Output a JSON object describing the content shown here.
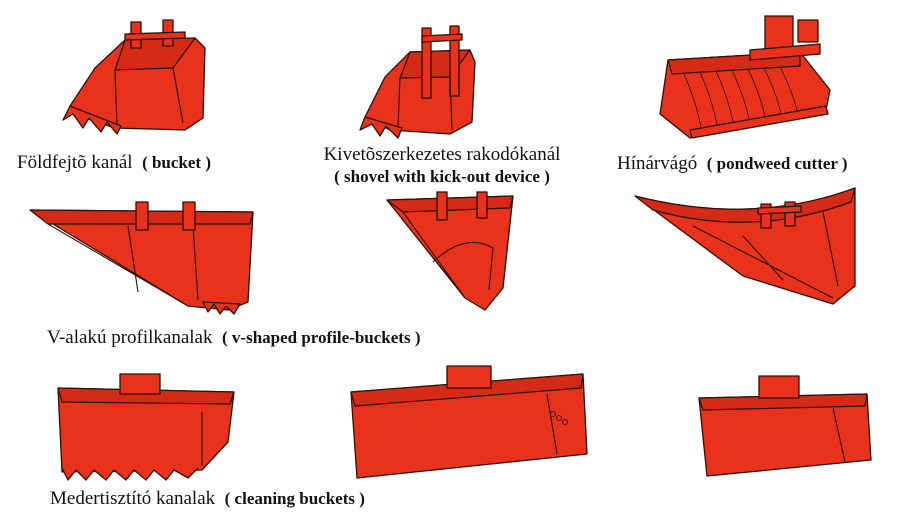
{
  "colors": {
    "bucket_red": "#e8321c",
    "outline": "#2a1208",
    "background": "#ffffff"
  },
  "items": [
    {
      "hu": "Földfejtõ kanál",
      "en": "( bucket )"
    },
    {
      "hu": "Kivetõszerkezetes  rakodókanál",
      "en": "( shovel with kick-out device )"
    },
    {
      "hu": "Hínárvágó",
      "en": "( pondweed cutter )"
    },
    {
      "hu": "V-alakú profilkanalak",
      "en": "( v-shaped profile-buckets )"
    },
    {
      "hu": "Medertisztító kanalak",
      "en": "( cleaning buckets )"
    }
  ]
}
